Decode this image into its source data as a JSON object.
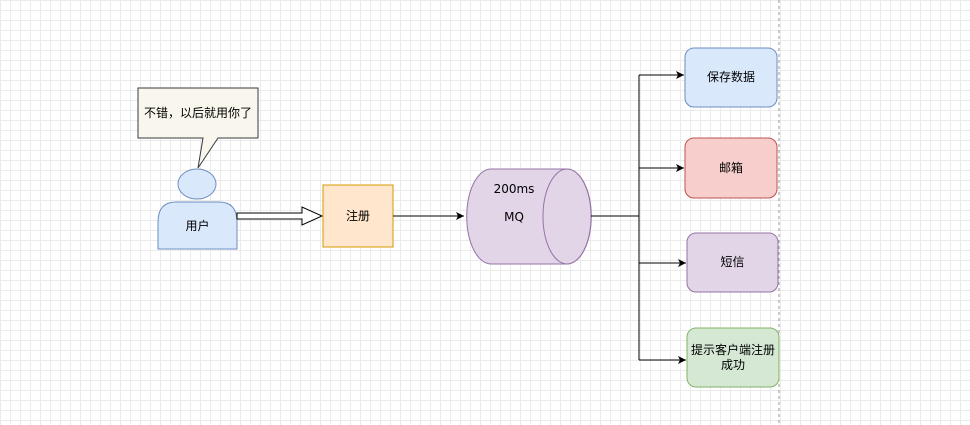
{
  "callout": {
    "text": "不错，以后就用你了"
  },
  "user": {
    "label": "用户"
  },
  "register": {
    "label": "注册"
  },
  "mq": {
    "latency": "200ms",
    "label": "MQ"
  },
  "targets": {
    "save": "保存数据",
    "email": "邮箱",
    "sms": "短信",
    "notify": "提示客户端注册成功"
  },
  "colors": {
    "blue_fill": "#dae8fc",
    "blue_stroke": "#6c8ebf",
    "orange_fill": "#ffe6cc",
    "orange_stroke": "#d79b00",
    "purple_fill": "#e1d5e7",
    "purple_stroke": "#9673a6",
    "red_fill": "#f8cecc",
    "red_stroke": "#b85450",
    "green_fill": "#d5e8d4",
    "green_stroke": "#82b366",
    "callout_fill": "#f9f7ed"
  }
}
